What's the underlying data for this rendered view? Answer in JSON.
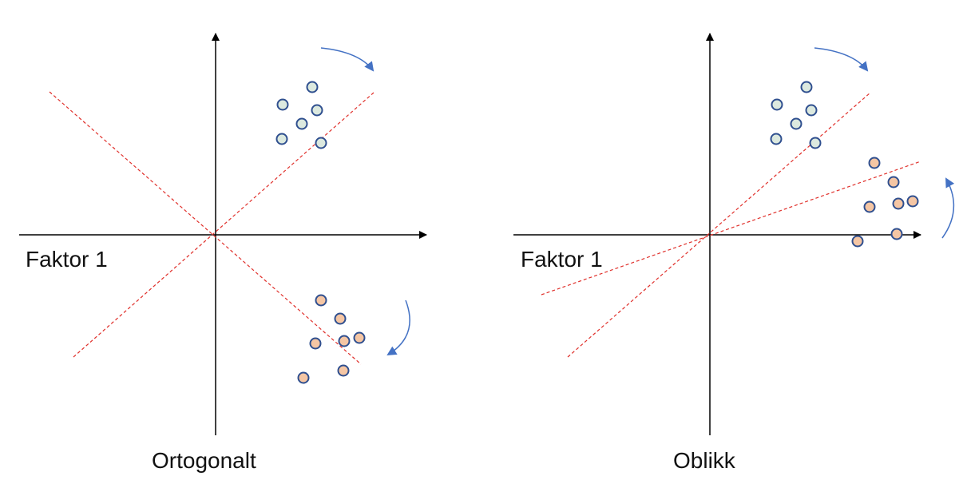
{
  "colors": {
    "axis": "#000000",
    "rotated_axis": "#e0302b",
    "arrow": "#4472c4",
    "point_stroke": "#2f4f8f",
    "group1_fill": "#dce9df",
    "group2_fill": "#f5c6a4"
  },
  "panels": [
    {
      "id": "orthogonal",
      "axis_label": "Faktor 1",
      "caption": "Ortogonalt",
      "rotation": "orthogonal"
    },
    {
      "id": "oblique",
      "axis_label": "Faktor 1",
      "caption": "Oblikk",
      "rotation": "oblique"
    }
  ]
}
